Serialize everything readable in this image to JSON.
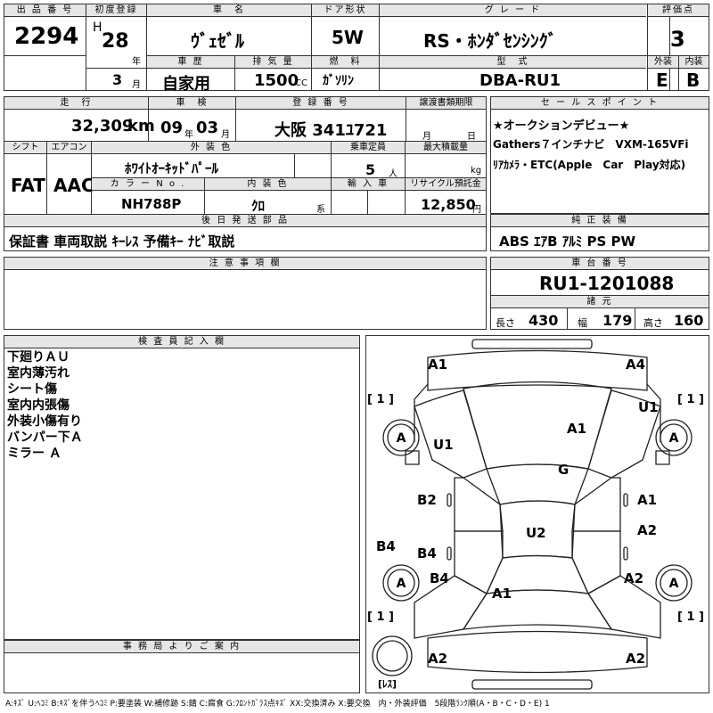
{
  "labels": {
    "lot_no": "出 品 番 号",
    "first_reg": "初度登録",
    "car_name": "車　名",
    "door_type": "ドア形状",
    "grade": "グ レ ー ド",
    "score": "評価点",
    "history": "車 歴",
    "displacement": "排 気 量",
    "fuel": "燃　料",
    "model_code": "型　式",
    "exterior": "外装",
    "interior": "内装",
    "mileage": "走　行",
    "inspection": "車　検",
    "reg_no": "登 録 番 号",
    "transfer_deadline": "譲渡書類期限",
    "sales_point": "セ ー ル ス ポ イ ン ト",
    "shift": "シフト",
    "aircon": "エアコン",
    "ext_color": "外 装 色",
    "capacity": "乗車定員",
    "max_load": "最大積載量",
    "color_no": "カ ラ ー  N o .",
    "int_color": "内 装 色",
    "import": "輸 入 車",
    "recycle": "リサイクル預託金",
    "later_parts": "後 日 発 送 部 品",
    "genuine_equip": "純 正 装 備",
    "notes": "注 意 事 項 欄",
    "chassis_no": "車 台 番 号",
    "dims": "諸 元",
    "inspector": "検 査 員 記 入 欄",
    "office": "事 務 局 よ り ご 案 内"
  },
  "units": {
    "year": "年",
    "month": "月",
    "cc": "CC",
    "km": "km",
    "people": "人",
    "kg": "kg",
    "yen": "円",
    "kei": "系"
  },
  "values": {
    "lot_no": "2294",
    "era": "H",
    "reg_year": "28",
    "reg_month": "3",
    "car_name": "ｳﾞｪｾﾞﾙ",
    "door_type": "5W",
    "grade": "RS・ﾎﾝﾀﾞｾﾝｼﾝｸﾞ",
    "score": "3",
    "history": "自家用",
    "displacement": "1500",
    "fuel": "ｶﾞｿﾘﾝ",
    "model_code": "DBA-RU1",
    "exterior": "E",
    "interior": "B",
    "mileage": "32,309",
    "insp_year": "09",
    "insp_month": "03",
    "reg_no": "大阪 341ﾕ721",
    "shift": "FAT",
    "aircon": "AAC",
    "ext_color": "ﾎﾜｲﾄｵｰｷｯﾄﾞﾊﾟｰﾙ",
    "capacity": "5",
    "color_no": "NH788P",
    "int_color": "ｸﾛ",
    "recycle": "12,850",
    "later_parts": "保証書 車両取説 ｷｰﾚｽ 予備ｷｰ ﾅﾋﾞ取説",
    "genuine_equip": "ABS ｴｱB ｱﾙﾐ PS PW",
    "chassis_no": "RU1-1201088",
    "len_label": "長さ",
    "len": "430",
    "width_label": "幅",
    "width": "179",
    "height_label": "高さ",
    "height": "160"
  },
  "sales_points": [
    "★オークションデビュー★",
    "Gathers７インチナビ　VXM-165VFi",
    "ﾘｱｶﾒﾗ・ETC(Apple　Car　Play対応)"
  ],
  "inspector_notes": [
    "下廻りＡＵ",
    "室内薄汚れ",
    "シート傷",
    "室内内張傷",
    "外装小傷有り",
    "バンパー下Ａ",
    "ミラー Ａ"
  ],
  "diagram": {
    "marks": {
      "a1_tl": "A1",
      "a4_tr": "A4",
      "u1_l": "U1",
      "u1_r": "U1",
      "a1_hood": "A1",
      "g": "G",
      "b2": "B2",
      "a1_r": "A1",
      "a2_r": "A2",
      "b4_l": "B4",
      "b4_i": "B4",
      "b4_wheel": "B4",
      "u2": "U2",
      "a1_trunk": "A1",
      "a2_rear": "A2",
      "a2_bl": "A2",
      "a2_br": "A2",
      "wheel_fl": "A",
      "wheel_fr": "A",
      "wheel_rl": "A",
      "wheel_rr": "A",
      "tire_fl": "[ 1 ]",
      "tire_fr": "[ 1 ]",
      "tire_rl": "[ 1 ]",
      "tire_rr": "[ 1 ]",
      "spare": "[ﾚｽ]"
    }
  },
  "legend": "A:ｷｽﾞ U:ﾍｺﾐ B:ｷｽﾞを伴うﾍｺﾐ P:要塗装 W:補修跡 S:錆 C:腐食 G:ﾌﾛﾝﾄｶﾞﾗｽ点ｷｽﾞ XX:交換済み X:要交換　内・外装評価　5段階ﾗﾝｸ順(A・B・C・D・E) 1"
}
